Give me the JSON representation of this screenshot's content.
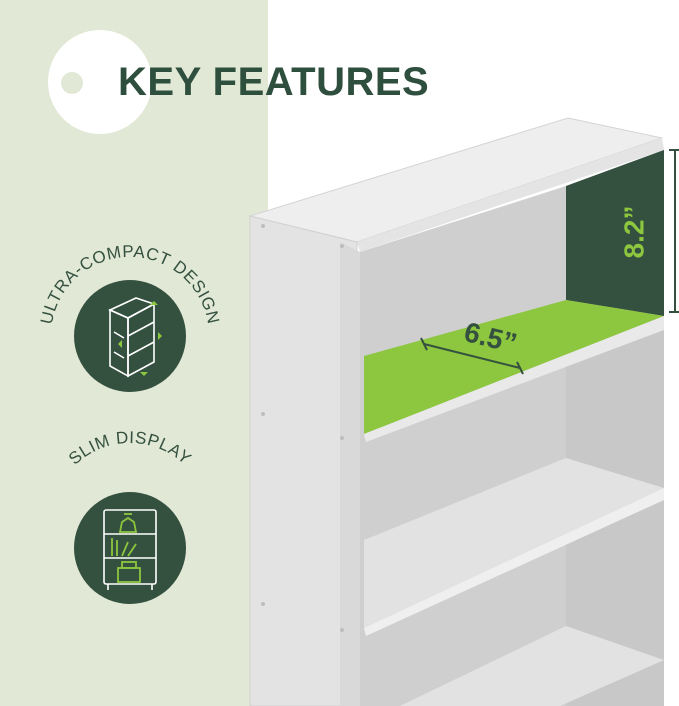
{
  "header": {
    "title": "KEY FEATURES"
  },
  "features": [
    {
      "label": "ULTRA-COMPACT DESIGN",
      "icon": "compact-shelf-icon"
    },
    {
      "label": "SLIM DISPLAY",
      "icon": "slim-display-shelf-icon"
    }
  ],
  "dimensions": {
    "depth": "6.5”",
    "height": "8.2”"
  },
  "colors": {
    "dark_green": "#34503f",
    "light_green_bg": "#e1e8d5",
    "accent_lime": "#8dc63f"
  }
}
